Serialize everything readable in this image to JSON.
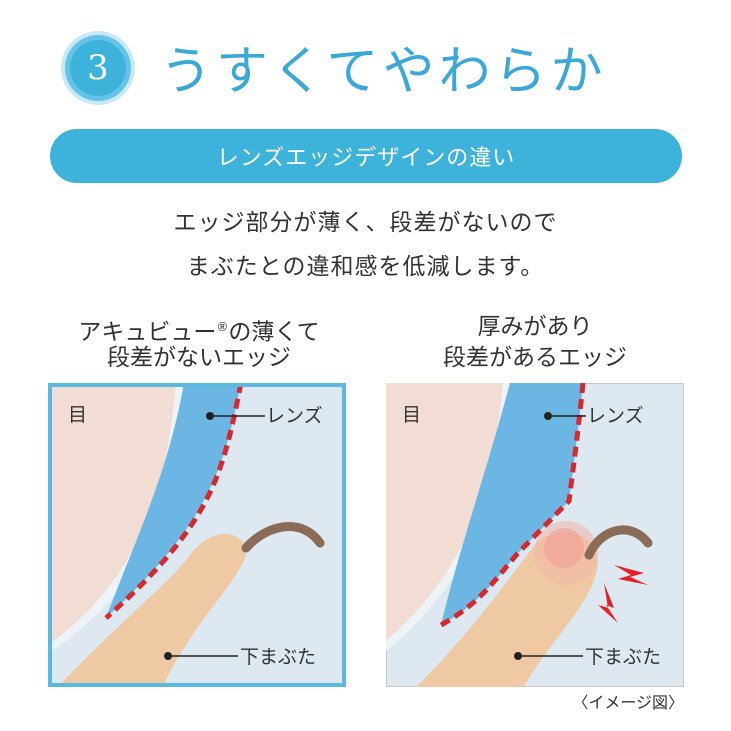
{
  "header": {
    "number": "3",
    "title": "うすくてやわらか"
  },
  "banner": {
    "label": "レンズエッジデザインの違い"
  },
  "description": {
    "line1": "エッジ部分が薄く、段差がないので",
    "line2": "まぶたとの違和感を低減します。"
  },
  "left_panel": {
    "heading_line1_prefix": "アキュビュー",
    "heading_line1_mark": "®",
    "heading_line1_suffix": "の薄くて",
    "heading_line2": "段差がないエッジ",
    "eye_label": "目",
    "lens_label": "レンズ",
    "eyelid_label": "下まぶた"
  },
  "right_panel": {
    "heading_line1": "厚みがあり",
    "heading_line2": "段差があるエッジ",
    "eye_label": "目",
    "lens_label": "レンズ",
    "eyelid_label": "下まぶた"
  },
  "caption": "〈イメージ図〉",
  "colors": {
    "accent": "#3db3dc",
    "title": "#3aa9d9",
    "lens": "#6cb6e4",
    "eye": "#f2ddd4",
    "background_panel": "#dde8f0",
    "eyelid": "#efc9a4",
    "edge_dash": "#d7282f",
    "frame_left": "#5bb8e0",
    "frame_right": "#c8c8c8",
    "irritation": "#e41f26"
  }
}
